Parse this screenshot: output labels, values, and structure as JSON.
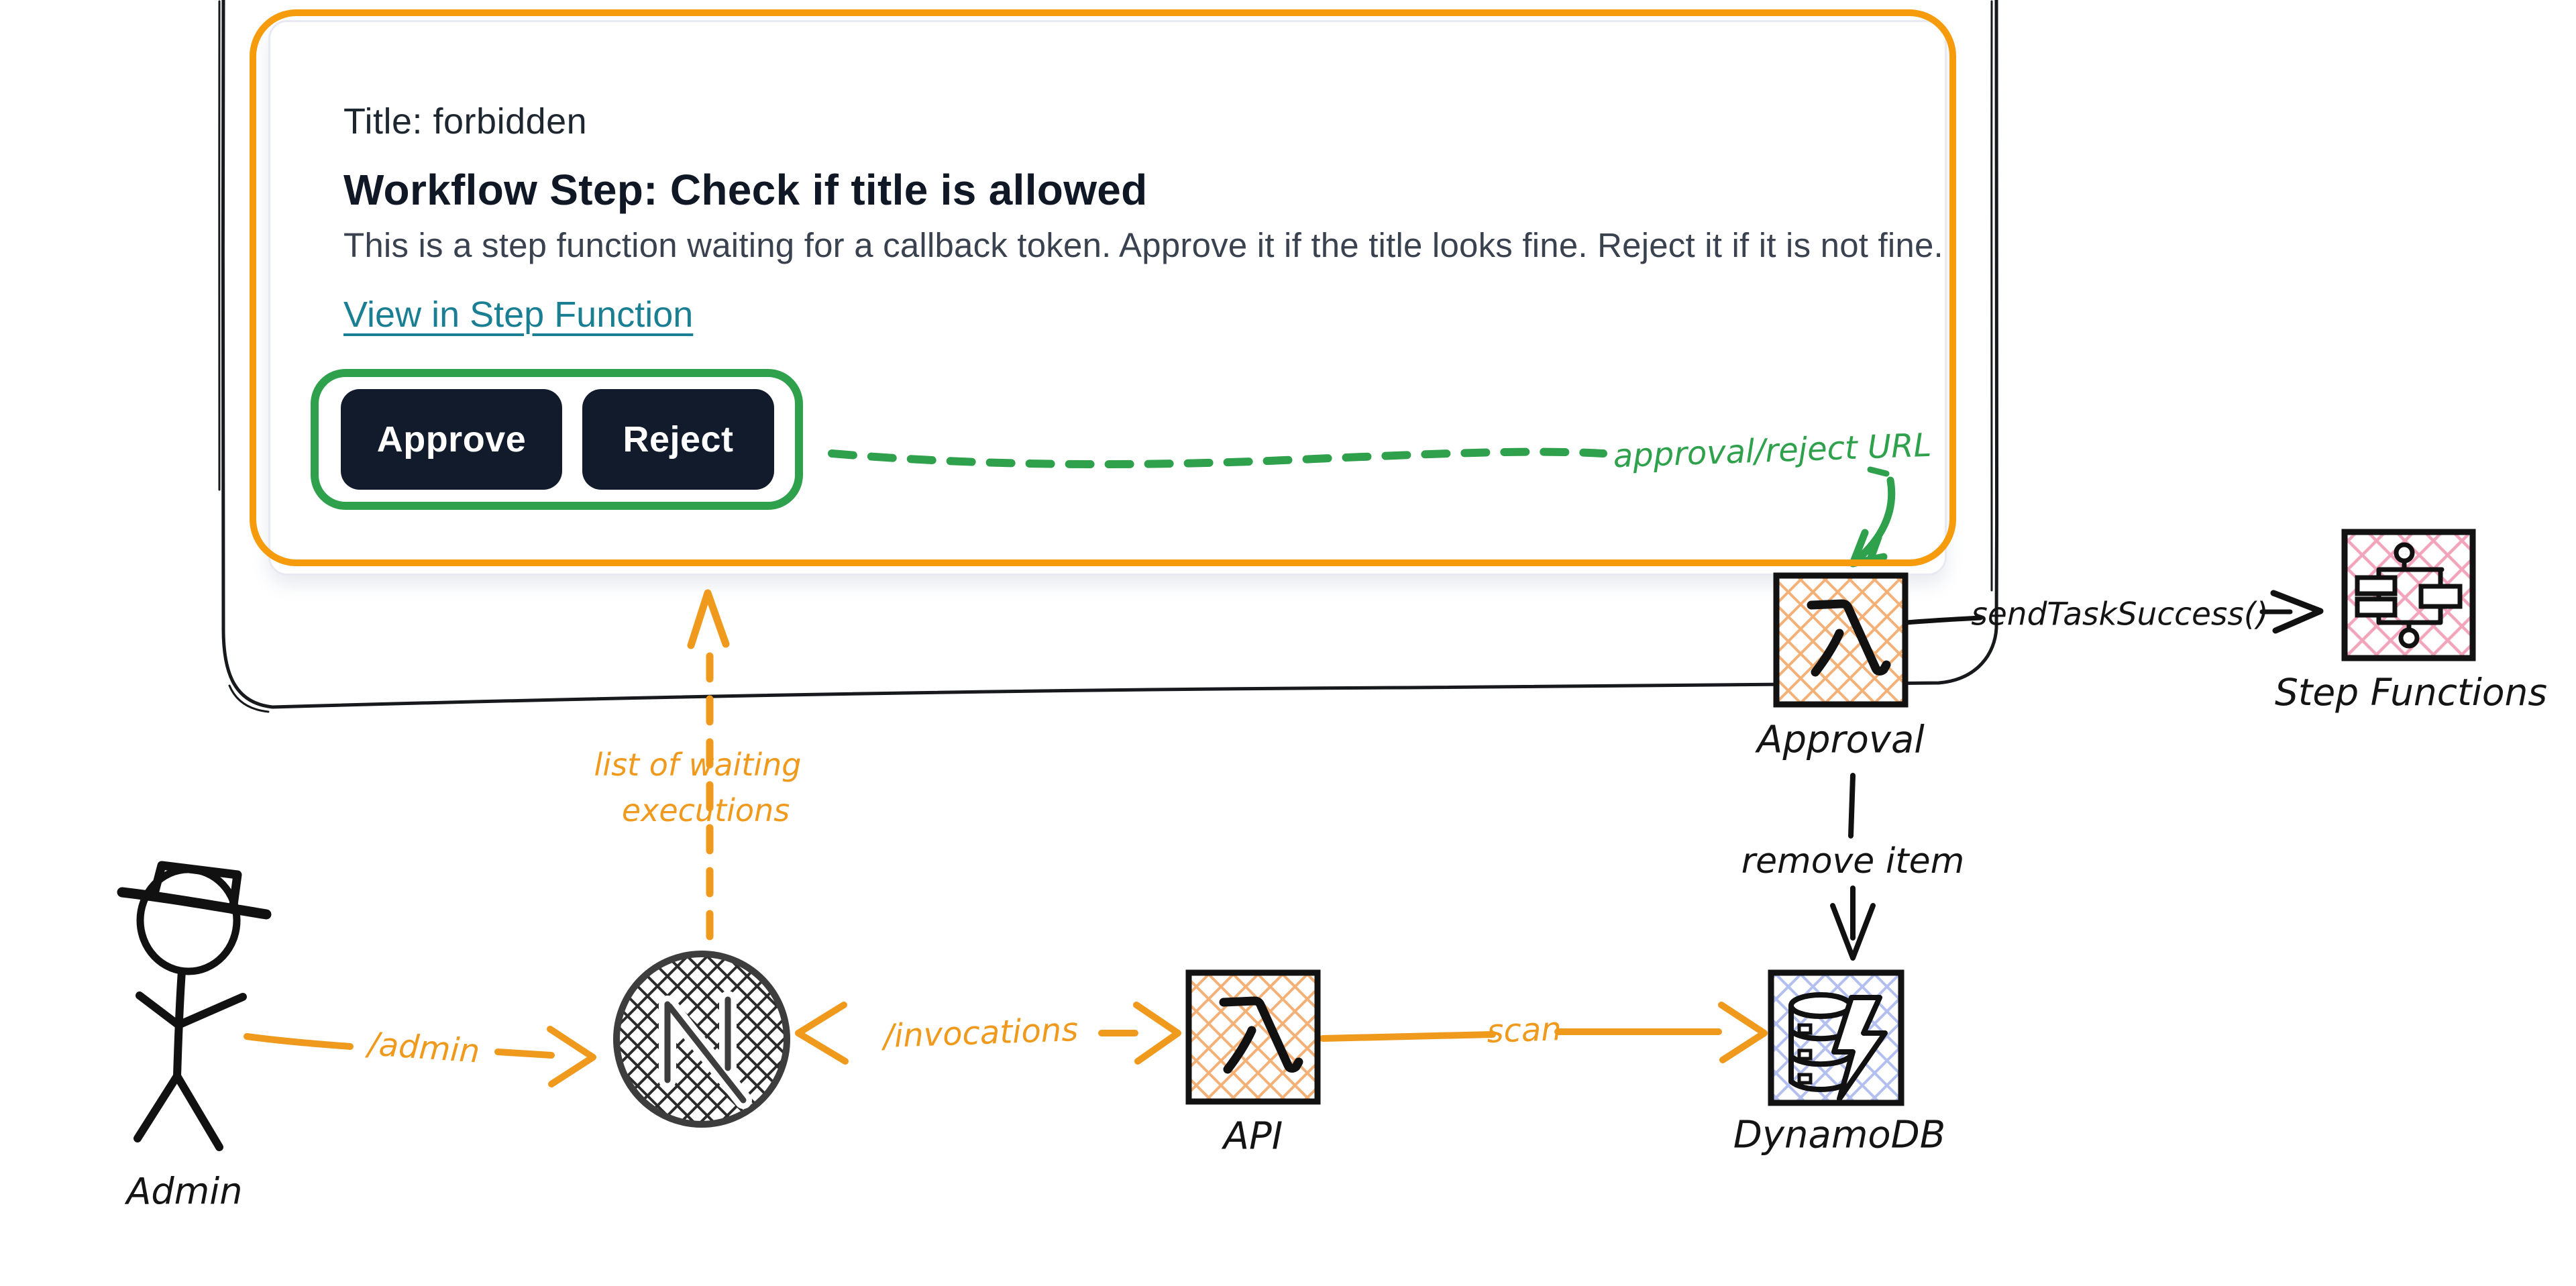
{
  "card": {
    "title": "Title: forbidden",
    "heading": "Workflow Step: Check if title is allowed",
    "description": "This is a step function waiting for a callback token. Approve it if the title looks fine. Reject it if it is not fine.",
    "link_label": "View in Step Function",
    "approve_label": "Approve",
    "reject_label": "Reject"
  },
  "annotations": {
    "approval_reject_url": "approval/reject URL",
    "list_of_waiting_line1": "list of waiting",
    "list_of_waiting_line2": "executions",
    "send_task_success": "sendTaskSuccess()",
    "remove_item": "remove item",
    "admin_route": "/admin",
    "invocations_route": "/invocations",
    "scan": "scan"
  },
  "nodes": {
    "approval_lambda": {
      "label": "Approval",
      "icon": "lambda-icon"
    },
    "step_functions": {
      "label": "Step Functions",
      "icon": "step-functions-icon"
    },
    "dynamodb": {
      "label": "DynamoDB",
      "icon": "dynamodb-icon"
    },
    "api_lambda": {
      "label": "API",
      "icon": "lambda-icon"
    },
    "admin_user": {
      "label": "Admin",
      "icon": "stick-figure-icon"
    },
    "nextjs_app": {
      "label": "N",
      "icon": "nextjs-icon"
    }
  },
  "colors": {
    "orange": "#F59B0C",
    "orange_arrow": "#F09A1D",
    "green": "#2FA14C",
    "teal": "#1A7F92",
    "navy": "#111B2B",
    "ink": "#17191C"
  }
}
